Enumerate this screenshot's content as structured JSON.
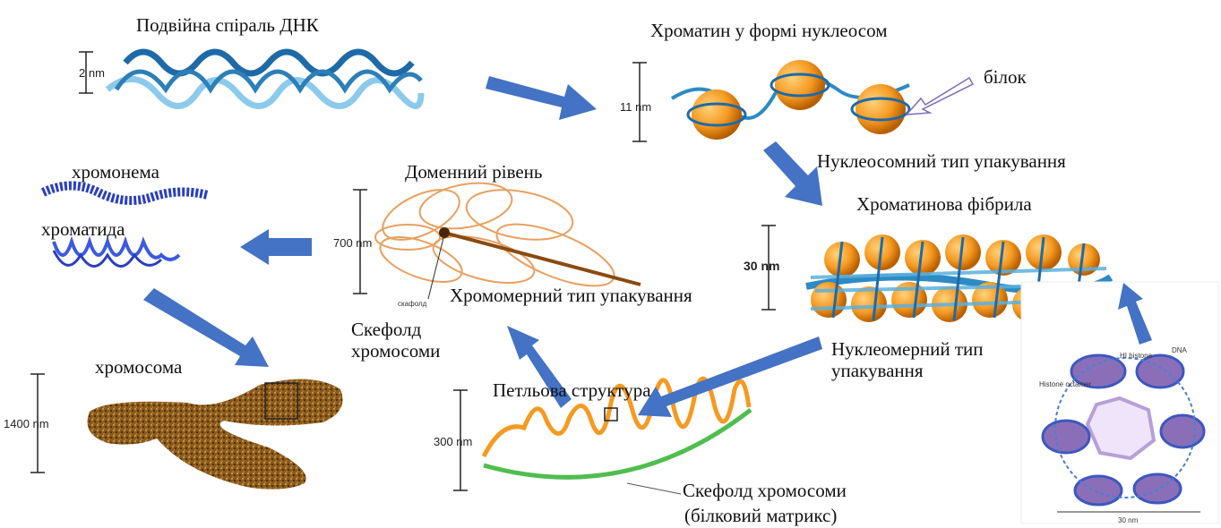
{
  "colors": {
    "arrow": "#4472c4",
    "nucleosome_orange": "#f59a23",
    "dna_blue": "#5aa9d6",
    "domain_orange": "#e8a060",
    "chromonema_blue": "#2a3fc0",
    "chromosome_brown": "#8a5a1a",
    "scaffold_green": "#4fbe4f",
    "histone_purple": "#8a6fb8"
  },
  "labels": {
    "dna_helix": "Подвійна спіраль ДНК",
    "nucleosome_chromatin": "Хроматин у формі нуклеосом",
    "protein": "білок",
    "nucleosome_packing": "Нуклеосомний тип упакування",
    "chromatin_fibril": "Хроматинова фібрила",
    "domain_level": "Доменний рівень",
    "chromonema": "хромонема",
    "chromatid": "хроматида",
    "chromomere_packing": "Хромомерний тип упакування",
    "scaffold_chromosome": "Скефолд хромосоми",
    "nucleomere_packing": "Нуклеомерний тип упакування",
    "chromosome": "хромосома",
    "loop_structure": "Петльова структура",
    "scaffold_matrix_line1": "Скефолд хромосоми",
    "scaffold_matrix_line2": "(білковий матрикс)"
  },
  "dimensions": {
    "dna": "2 nm",
    "nucleosome": "11 nm",
    "fibril": "30 nm",
    "domain": "700 nm",
    "chromosome": "1400 nm",
    "loop": "300 nm"
  },
  "small_text": {
    "scaffold_mark": "скафолд",
    "h1_histone": "HI histone",
    "dna_tag": "DNA",
    "histone_octamer": "Histone octamer",
    "scale_30nm": "30 nm"
  }
}
